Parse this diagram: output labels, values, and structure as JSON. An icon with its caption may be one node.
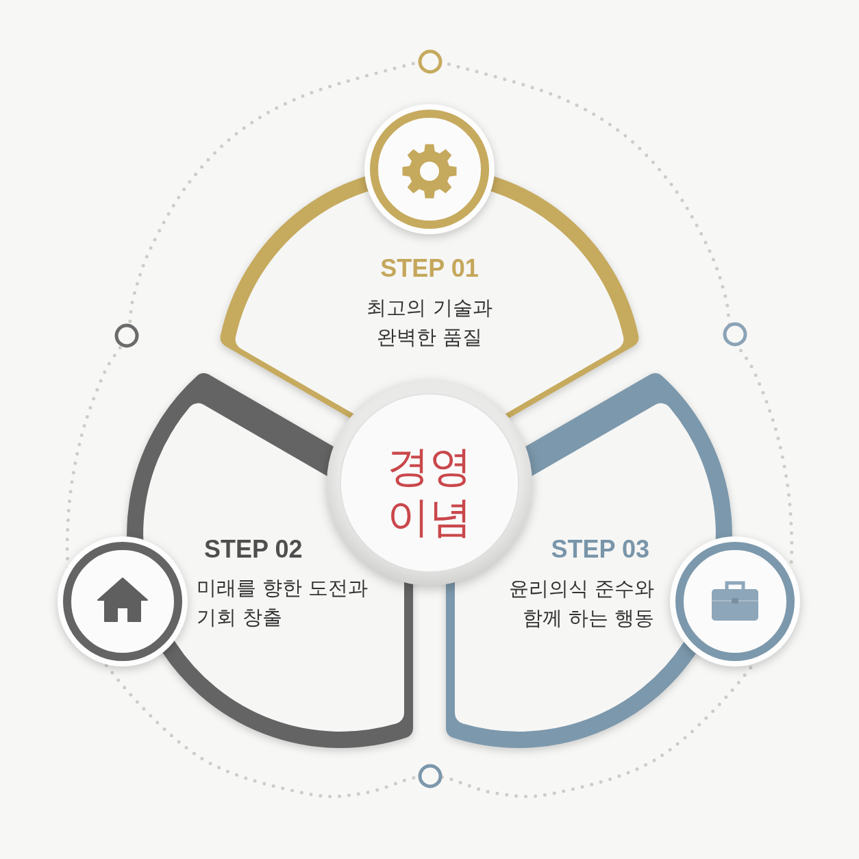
{
  "diagram": {
    "nodes": [
      {
        "text": [
          "STEP 01",
          "최고의 기술과 완벽한 품질"
        ]
      },
      {
        "text": [
          "경영 이념"
        ]
      },
      {
        "text": [
          "STEP 02",
          "미래를 향한 도전과 기회 창출"
        ]
      },
      {
        "text": [
          "STEP 03",
          "윤리의식 준수와 함께 하는 행동"
        ]
      }
    ]
  }
}
